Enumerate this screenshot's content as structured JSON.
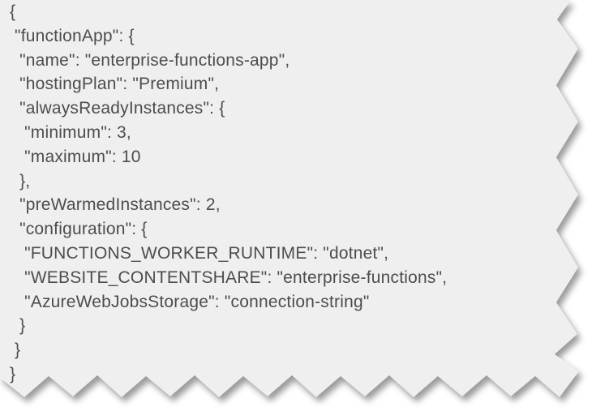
{
  "snippet": {
    "lines": [
      "{",
      " \"functionApp\": {",
      "  \"name\": \"enterprise-functions-app\",",
      "  \"hostingPlan\": \"Premium\",",
      "  \"alwaysReadyInstances\": {",
      "   \"minimum\": 3,",
      "   \"maximum\": 10",
      "  },",
      "  \"preWarmedInstances\": 2,",
      "  \"configuration\": {",
      "   \"FUNCTIONS_WORKER_RUNTIME\": \"dotnet\",",
      "   \"WEBSITE_CONTENTSHARE\": \"enterprise-functions\",",
      "   \"AzureWebJobsStorage\": \"connection-string\"",
      "  }",
      " }",
      "}"
    ]
  },
  "colors": {
    "background": "#ffffff",
    "paper": "#efefef",
    "text": "#4d4d4d",
    "shadow": "rgba(0,0,0,0.40)"
  }
}
